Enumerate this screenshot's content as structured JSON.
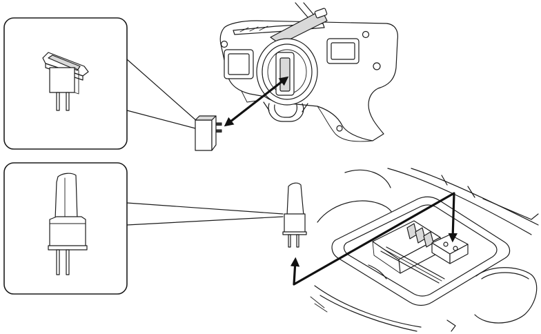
{
  "colors": {
    "line": "#1a1a1a",
    "fill": "#ffffff",
    "shade": "#d9d9d9",
    "arrow": "#111111"
  },
  "callouts": [
    {
      "name": "transmitter-crystal-callout",
      "icon": "crystal-plug-icon"
    },
    {
      "name": "receiver-crystal-callout",
      "icon": "crystal-with-ribbon-icon"
    }
  ],
  "arrows": [
    {
      "name": "transmitter-insert-arrow",
      "direction": "bidirectional"
    },
    {
      "name": "receiver-insert-arrow",
      "direction": "bidirectional"
    }
  ]
}
